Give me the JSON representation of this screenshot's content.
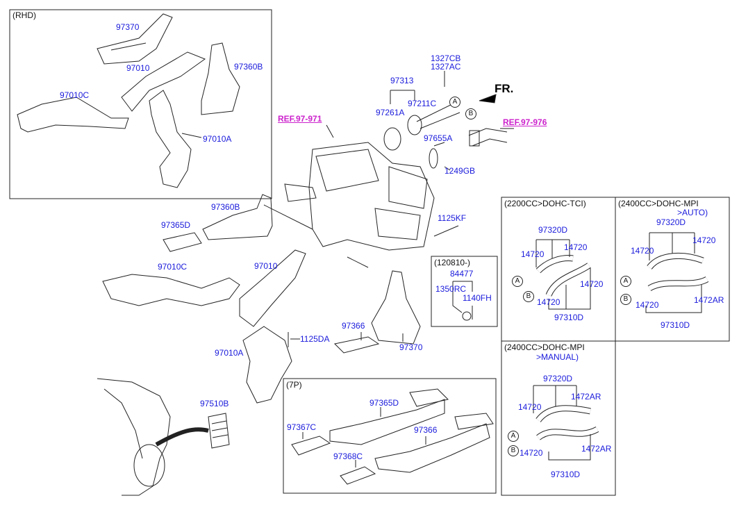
{
  "frames": {
    "rhd": "(RHD)",
    "p7": "(7P)",
    "date": "(120810-)",
    "dohc_tci": "(2200CC>DOHC-TCI)",
    "mpi_auto_1": "(2400CC>DOHC-MPI",
    "mpi_auto_2": ">AUTO)",
    "mpi_manual_1": "(2400CC>DOHC-MPI",
    "mpi_manual_2": ">MANUAL)"
  },
  "refs": {
    "left": "REF.97-971",
    "right": "REF.97-976"
  },
  "fr_label": "FR.",
  "callouts": {
    "a": "A",
    "b": "B"
  },
  "parts": {
    "rhd_97370": "97370",
    "rhd_97010": "97010",
    "rhd_97360b": "97360B",
    "rhd_97010c": "97010C",
    "rhd_97010a": "97010A",
    "p_1327cb": "1327CB",
    "p_1327ac": "1327AC",
    "p_97313": "97313",
    "p_97211c": "97211C",
    "p_97261a": "97261A",
    "p_97655a": "97655A",
    "p_1249gb": "1249GB",
    "p_1125kf": "1125KF",
    "m_97360b": "97360B",
    "m_97365d": "97365D",
    "m_97010c": "97010C",
    "m_97010": "97010",
    "m_1125da": "1125DA",
    "m_97010a": "97010A",
    "m_97366": "97366",
    "m_97370": "97370",
    "d_84477": "84477",
    "d_1350rc": "1350RC",
    "d_1140fh": "1140FH",
    "s_97510b": "97510B",
    "p7_97365d": "97365D",
    "p7_97367c": "97367C",
    "p7_97366": "97366",
    "p7_97368c": "97368C",
    "t1_97320d": "97320D",
    "t1_14720a": "14720",
    "t1_14720b": "14720",
    "t1_14720c": "14720",
    "t1_14720d": "14720",
    "t1_97310d": "97310D",
    "t2_97320d": "97320D",
    "t2_14720a": "14720",
    "t2_14720b": "14720",
    "t2_14720c": "14720",
    "t2_1472ar": "1472AR",
    "t2_97310d": "97310D",
    "t3_97320d": "97320D",
    "t3_14720a": "14720",
    "t3_1472ar_a": "1472AR",
    "t3_14720b": "14720",
    "t3_1472ar_b": "1472AR",
    "t3_97310d": "97310D"
  },
  "colors": {
    "part_label": "#1a1adc",
    "ref_label": "#cc22cc",
    "line": "#222222"
  }
}
